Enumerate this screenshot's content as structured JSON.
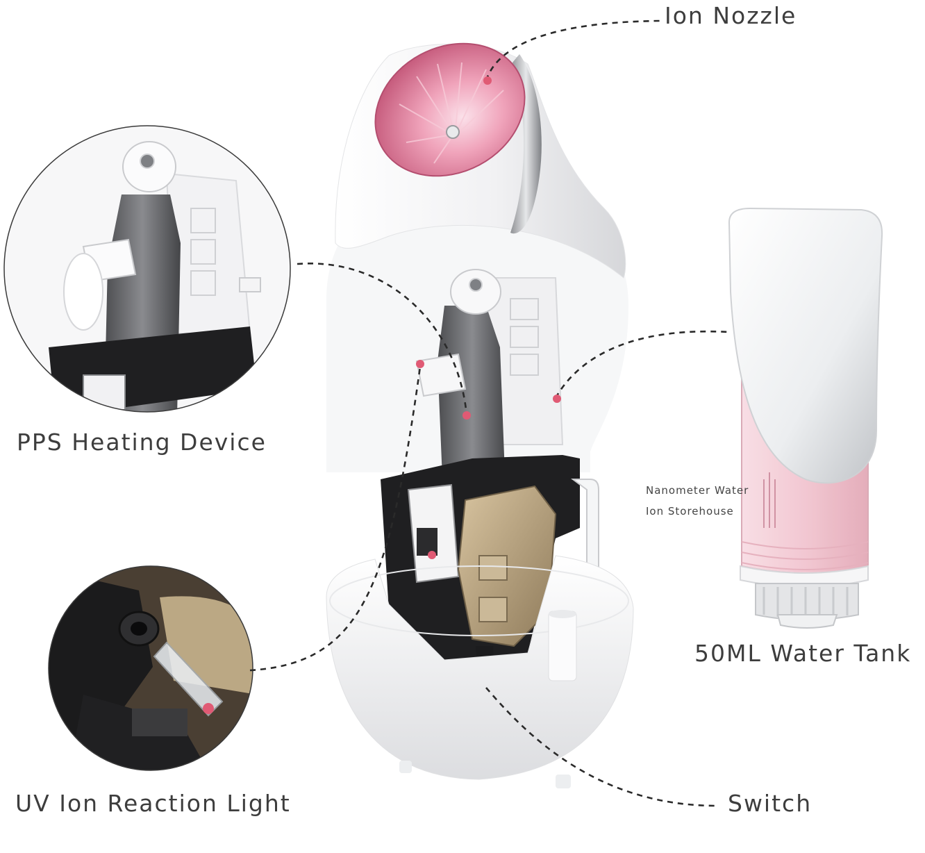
{
  "labels": {
    "ion_nozzle": "Ion Nozzle",
    "pps_heating_device": "PPS Heating Device",
    "uv_ion_reaction_light": "UV Ion Reaction Light",
    "nanometer_line1": "Nanometer Water",
    "nanometer_line2": "Ion Storehouse",
    "water_tank": "50ML Water Tank",
    "switch": "Switch"
  },
  "colors": {
    "accent_pink": "#e05a74",
    "nozzle_pink": "#f3a9bf",
    "tank_pink": "#f2c9d3",
    "body_white": "#f4f4f5",
    "chrome": "#a9acb0",
    "dark_gray": "#5c5d61",
    "black": "#1c1c1c",
    "beige": "#b8aa93",
    "text": "#3d3d3d"
  }
}
